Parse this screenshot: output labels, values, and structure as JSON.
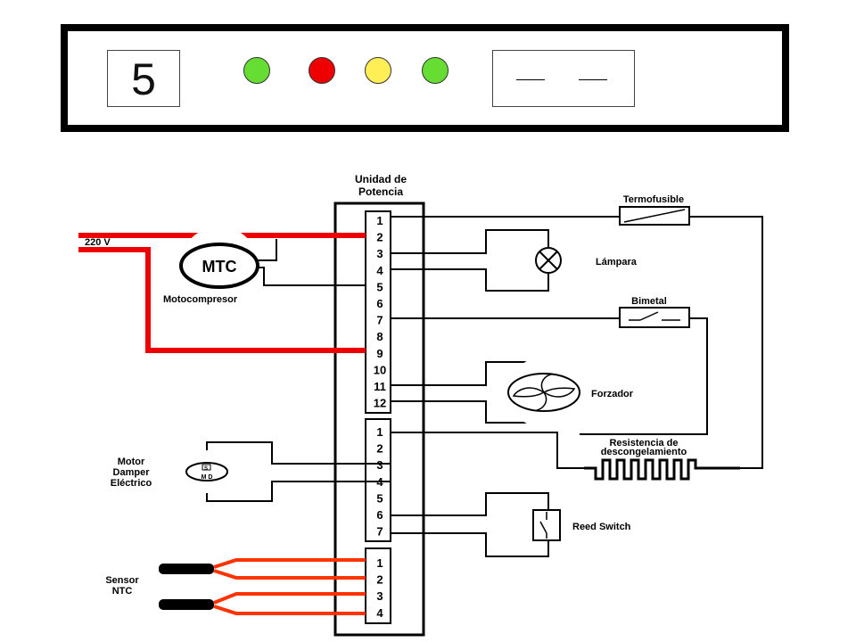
{
  "status_panel": {
    "counter_value": "5",
    "indicators": [
      {
        "name": "indicator-1",
        "color": "#66dd33"
      },
      {
        "name": "indicator-2",
        "color": "#ee0000"
      },
      {
        "name": "indicator-3",
        "color": "#ffee55"
      },
      {
        "name": "indicator-4",
        "color": "#66dd33"
      }
    ]
  },
  "diagram": {
    "power_unit_label_line1": "Unidad de",
    "power_unit_label_line2": "Potencia",
    "connector_a_pins": [
      "1",
      "2",
      "3",
      "4",
      "5",
      "6",
      "7",
      "8",
      "9",
      "10",
      "11",
      "12"
    ],
    "connector_b_pins": [
      "1",
      "2",
      "3",
      "4",
      "5",
      "6",
      "7"
    ],
    "connector_c_pins": [
      "1",
      "2",
      "3",
      "4"
    ],
    "supply_label": "220 V",
    "compressor_symbol": "MTC",
    "compressor_label": "Motocompresor",
    "thermal_fuse_label": "Termofusible",
    "lamp_label": "Lámpara",
    "bimetal_label": "Bimetal",
    "fan_label": "Forzador",
    "defrost_label_line1": "Resistencia de",
    "defrost_label_line2": "descongelamiento",
    "damper_label_line1": "Motor",
    "damper_label_line2": "Damper",
    "damper_label_line3": "Eléctrico",
    "damper_symbol_top": "S",
    "damper_symbol_bottom": "M D",
    "reed_label": "Reed Switch",
    "sensor_label_line1": "Sensor",
    "sensor_label_line2": "NTC",
    "colors": {
      "power_wire": "#ee0000",
      "sensor_wire": "#ff3300",
      "wire": "#000000"
    }
  }
}
